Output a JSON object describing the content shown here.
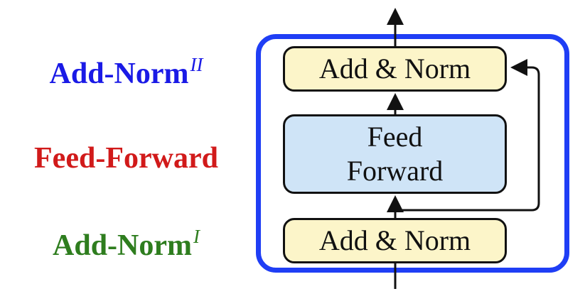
{
  "side_labels": {
    "add_norm_2": {
      "text": "Add-Norm",
      "sup": "II",
      "color": "#1a1ae6"
    },
    "feed_forward": {
      "text": "Feed-Forward",
      "color": "#d11a1a"
    },
    "add_norm_1": {
      "text": "Add-Norm",
      "sup": "I",
      "color": "#2e7d1e"
    }
  },
  "boxes": {
    "add_norm_top": "Add & Norm",
    "feed_forward_line1": "Feed",
    "feed_forward_line2": "Forward",
    "add_norm_bottom": "Add & Norm"
  },
  "colors": {
    "frame": "#1f3ef5",
    "add_norm_fill": "#fcf5c9",
    "feed_forward_fill": "#cfe4f7"
  }
}
